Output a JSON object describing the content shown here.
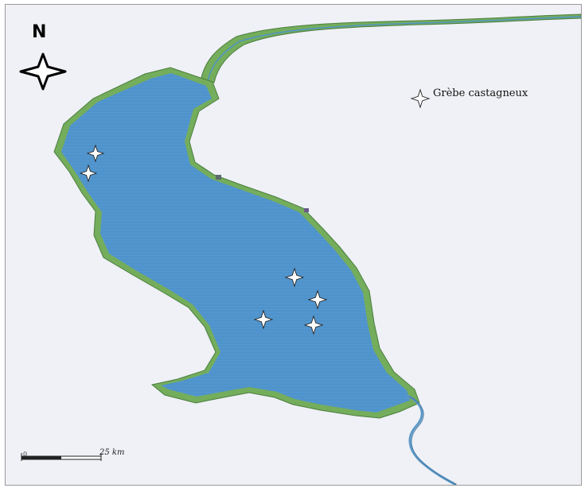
{
  "map": {
    "north_label": "N",
    "legend": {
      "label": "Grèbe castagneux",
      "icon": "four-point-star-icon"
    },
    "scale_bar": {
      "zero_label": "0",
      "distance_label": "25 km"
    },
    "colors": {
      "water": "#4f93cc",
      "shore": "#74ad5b",
      "background": "#eff1f6",
      "river": "#5d99c7"
    }
  }
}
